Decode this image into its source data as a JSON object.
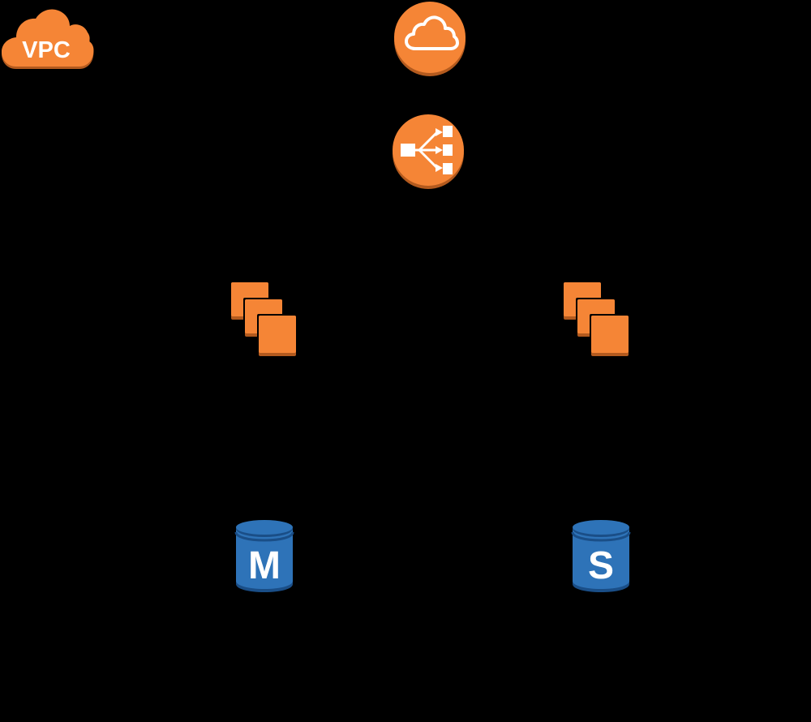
{
  "colors": {
    "background": "#000000",
    "aws_orange": "#F58536",
    "aws_orange_dark": "#B35A1E",
    "db_blue": "#2E73B8",
    "db_blue_dark": "#1A4E87",
    "white": "#FFFFFF"
  },
  "vpc": {
    "label": "VPC",
    "icon": "cloud-icon"
  },
  "internet_gateway": {
    "icon": "cloud-icon"
  },
  "load_balancer": {
    "icon": "load-balancer-icon"
  },
  "ec2_groups": [
    {
      "icon": "ec2-instances-icon"
    },
    {
      "icon": "ec2-instances-icon"
    }
  ],
  "databases": [
    {
      "label": "M",
      "icon": "database-icon"
    },
    {
      "label": "S",
      "icon": "database-icon"
    }
  ]
}
